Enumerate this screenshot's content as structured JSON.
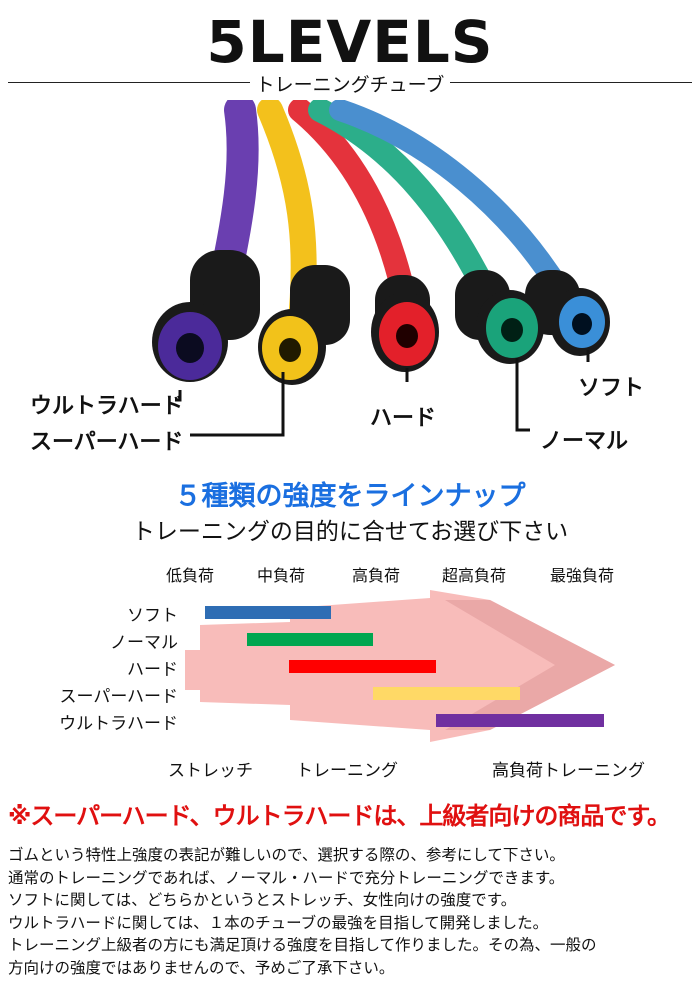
{
  "header": {
    "title": "5LEVELS",
    "subtitle": "トレーニングチューブ"
  },
  "photo": {
    "labels": {
      "ultra": "ウルトラハード",
      "super": "スーパーハード",
      "hard": "ハード",
      "normal": "ノーマル",
      "soft": "ソフト"
    },
    "colors": {
      "ultra": "#4b2a9a",
      "super": "#f2c21a",
      "hard": "#e3202a",
      "normal": "#1aa37a",
      "soft": "#3a8fd8"
    }
  },
  "headline": "５種類の強度をラインナップ",
  "subheadline": "トレーニングの目的に合せてお選び下さい",
  "chart_data": {
    "type": "range-bar",
    "columns": [
      "低負荷",
      "中負荷",
      "高負荷",
      "超高負荷",
      "最強負荷"
    ],
    "scale": [
      0,
      5.5
    ],
    "series": [
      {
        "name": "ソフト",
        "range": [
          0.5,
          2.0
        ],
        "color": "#2e6db4"
      },
      {
        "name": "ノーマル",
        "range": [
          1.0,
          2.5
        ],
        "color": "#00a650"
      },
      {
        "name": "ハード",
        "range": [
          1.5,
          3.25
        ],
        "color": "#ff0000"
      },
      {
        "name": "スーパーハード",
        "range": [
          2.5,
          4.25
        ],
        "color": "#ffd966"
      },
      {
        "name": "ウルトラハード",
        "range": [
          3.25,
          5.25
        ],
        "color": "#7030a0"
      }
    ],
    "zones": [
      "ストレッチ",
      "トレーニング",
      "高負荷トレーニング"
    ]
  },
  "warning": "※スーパーハード、ウルトラハードは、上級者向けの商品です。",
  "body": [
    "ゴムという特性上強度の表記が難しいので、選択する際の、参考にして下さい。",
    "通常のトレーニングであれば、ノーマル・ハードで充分トレーニングできます。",
    "ソフトに関しては、どちらかというとストレッチ、女性向けの強度です。",
    "ウルトラハードに関しては、１本のチューブの最強を目指して開発しました。",
    "トレーニング上級者の方にも満足頂ける強度を目指して作りました。その為、一般の",
    "方向けの強度ではありませんので、予めご了承下さい。"
  ]
}
